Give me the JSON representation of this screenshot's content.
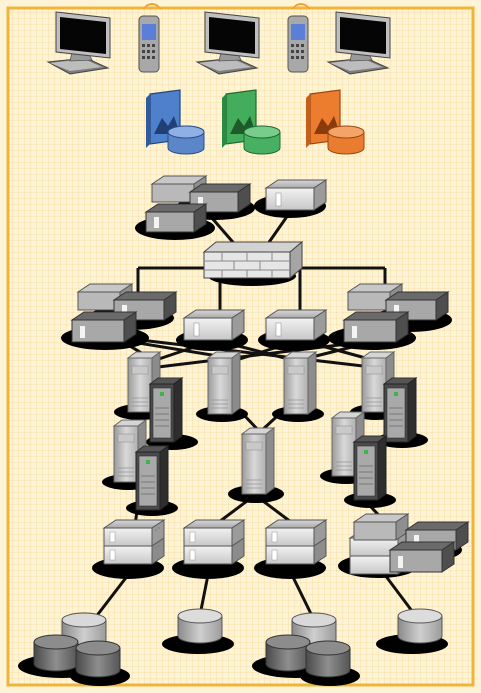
{
  "colors": {
    "frame": "#f0b43a",
    "grid_bg": "#fdf5dc",
    "grid_line": "#f6dfa6",
    "link": "#111111",
    "shadow": "#000000",
    "app_blue": "#4e7fc9",
    "app_green": "#3aa552",
    "app_orange": "#e8782a"
  },
  "nodes": {
    "clients": [
      "desktop-computer",
      "mobile-phone",
      "desktop-computer",
      "mobile-phone",
      "desktop-computer"
    ],
    "applications": [
      "app-database-blue",
      "app-database-green",
      "app-database-orange"
    ],
    "tiers": [
      "access-routers",
      "firewall",
      "edge-routers",
      "core-switches",
      "distribution-switches",
      "storage-servers",
      "storage-arrays"
    ]
  }
}
